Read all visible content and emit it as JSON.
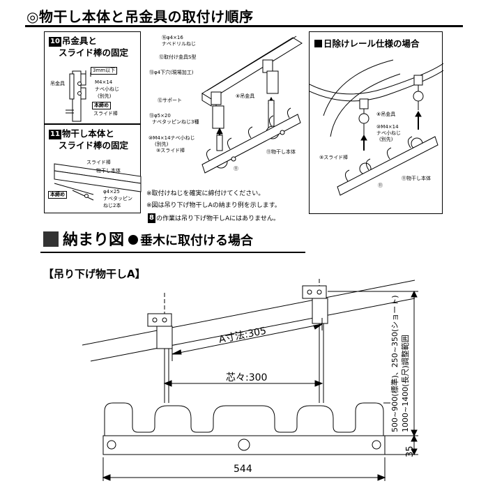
{
  "title": "◎物干し本体と吊金具の取付け順序",
  "panel10": {
    "heading_num": "10",
    "heading_l1": "吊金具と",
    "heading_l2": "スライド棒の固定",
    "lbl_3mm": "3mm以下",
    "lbl_hanger": "吊金具",
    "lbl_screw1": "M4×14",
    "lbl_screw2": "ナベ小ねじ",
    "lbl_screw3": "(別先)",
    "lbl_tighten": "本締め",
    "lbl_slide": "スライド棒"
  },
  "panel11": {
    "heading_num": "11",
    "heading_l1": "物干し本体と",
    "heading_l2": "スライド棒の固定",
    "lbl_slide": "スライド棒",
    "lbl_body": "物干し本体",
    "lbl_tighten": "本締め",
    "lbl_pin1": "φ4×25",
    "lbl_pin2": "ナベタッピン",
    "lbl_pin3": "ねじ2本"
  },
  "center": {
    "c1": "⑯φ4×16",
    "c1b": "ナベドリルねじ",
    "c2": "⑫取付け金具S型",
    "c3": "⑬φ4下穴(現場加工)",
    "c4": "⑫サポート",
    "c5": "⑬φ5×20",
    "c5b": "ナベタッピンねじ3種",
    "c6": "⑩M4×14ナベ小ねじ",
    "c6b": "(別先)",
    "c7": "⑨スライド棒",
    "c8": "⑧吊金具",
    "c9": "⑪物干し本体",
    "c10": "⑪"
  },
  "notes": {
    "n1": "※取付けねじを確実に締付けてください。",
    "n2": "※図は吊り下げ物干しAの納まり例を示します。",
    "n3_num": "8",
    "n3": "の作業は吊り下げ物干しAにはありません。"
  },
  "panelRight": {
    "heading": "日除けレール仕様の場合",
    "lbl_hanger": "⑧吊金具",
    "lbl_screw1": "⑩M4×14",
    "lbl_screw2": "ナベ小ねじ",
    "lbl_screw3": "(別先)",
    "lbl_slide": "⑨スライド棒",
    "lbl_body": "⑪物干し本体",
    "lbl_11": "⑪"
  },
  "section2": {
    "title": "納まり図",
    "subtitle": "垂木に取付ける場合"
  },
  "drawing": {
    "caption": "【吊り下げ物干しA】",
    "dim_a": "A寸法:305",
    "dim_center": "芯々:300",
    "dim_width": "544",
    "dim_height": "35",
    "dim_range1": "500~900(標準)、250~350(ショート)",
    "dim_range2": "1000~1400(長尺)調整範囲"
  }
}
